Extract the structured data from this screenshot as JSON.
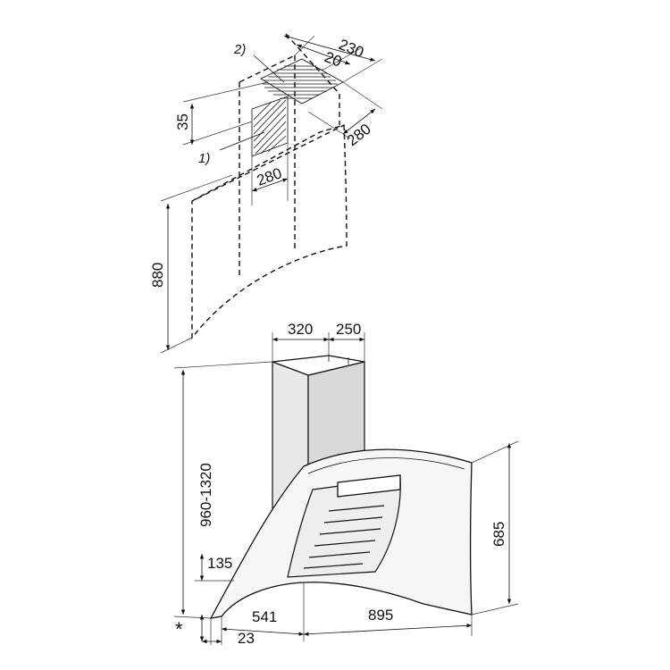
{
  "diagram": {
    "top_view": {
      "note_2": "2)",
      "note_1": "1)",
      "dim_230": "230",
      "dim_20": "20",
      "dim_35": "35",
      "dim_280_right": "280",
      "dim_280_center": "280",
      "dim_880": "880"
    },
    "bottom_view": {
      "dim_320": "320",
      "dim_250": "250",
      "dim_960_1320": "960-1320",
      "dim_685": "685",
      "dim_135": "135",
      "dim_541": "541",
      "dim_895": "895",
      "dim_23": "23",
      "asterisk": "*"
    }
  }
}
